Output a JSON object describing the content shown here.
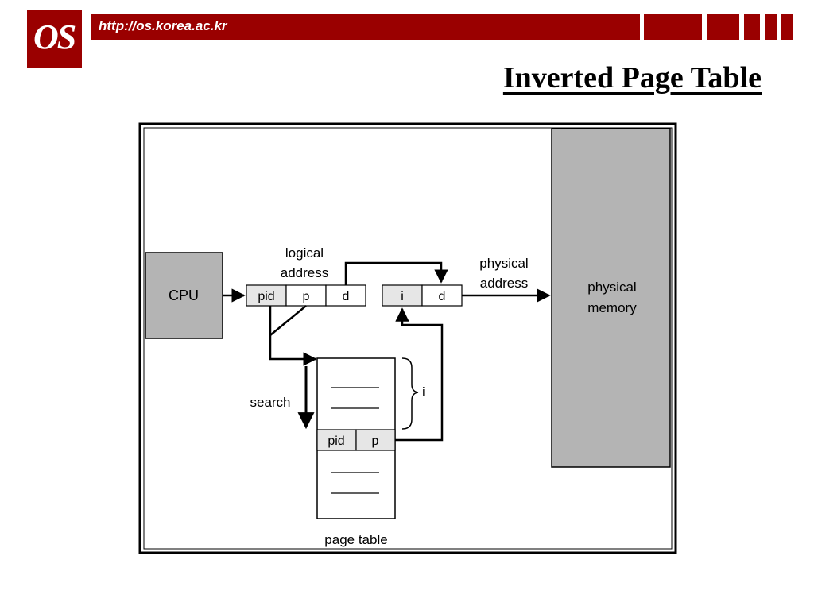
{
  "header": {
    "logo_text": "OS",
    "url": "http://os.korea.ac.kr",
    "accent_color": "#9a0000"
  },
  "slide": {
    "title": "Inverted Page Table"
  },
  "diagram": {
    "cpu_label": "CPU",
    "logical_address_line1": "logical",
    "logical_address_line2": "address",
    "logical_fields": [
      "pid",
      "p",
      "d"
    ],
    "physical_address_line1": "physical",
    "physical_address_line2": "address",
    "physical_fields": [
      "i",
      "d"
    ],
    "physical_memory_line1": "physical",
    "physical_memory_line2": "memory",
    "search_label": "search",
    "index_label": "i",
    "entry_fields": [
      "pid",
      "p"
    ],
    "page_table_label": "page table",
    "box_fill_gray": "#b4b4b4",
    "field_fill_light": "#e6e6e6"
  }
}
